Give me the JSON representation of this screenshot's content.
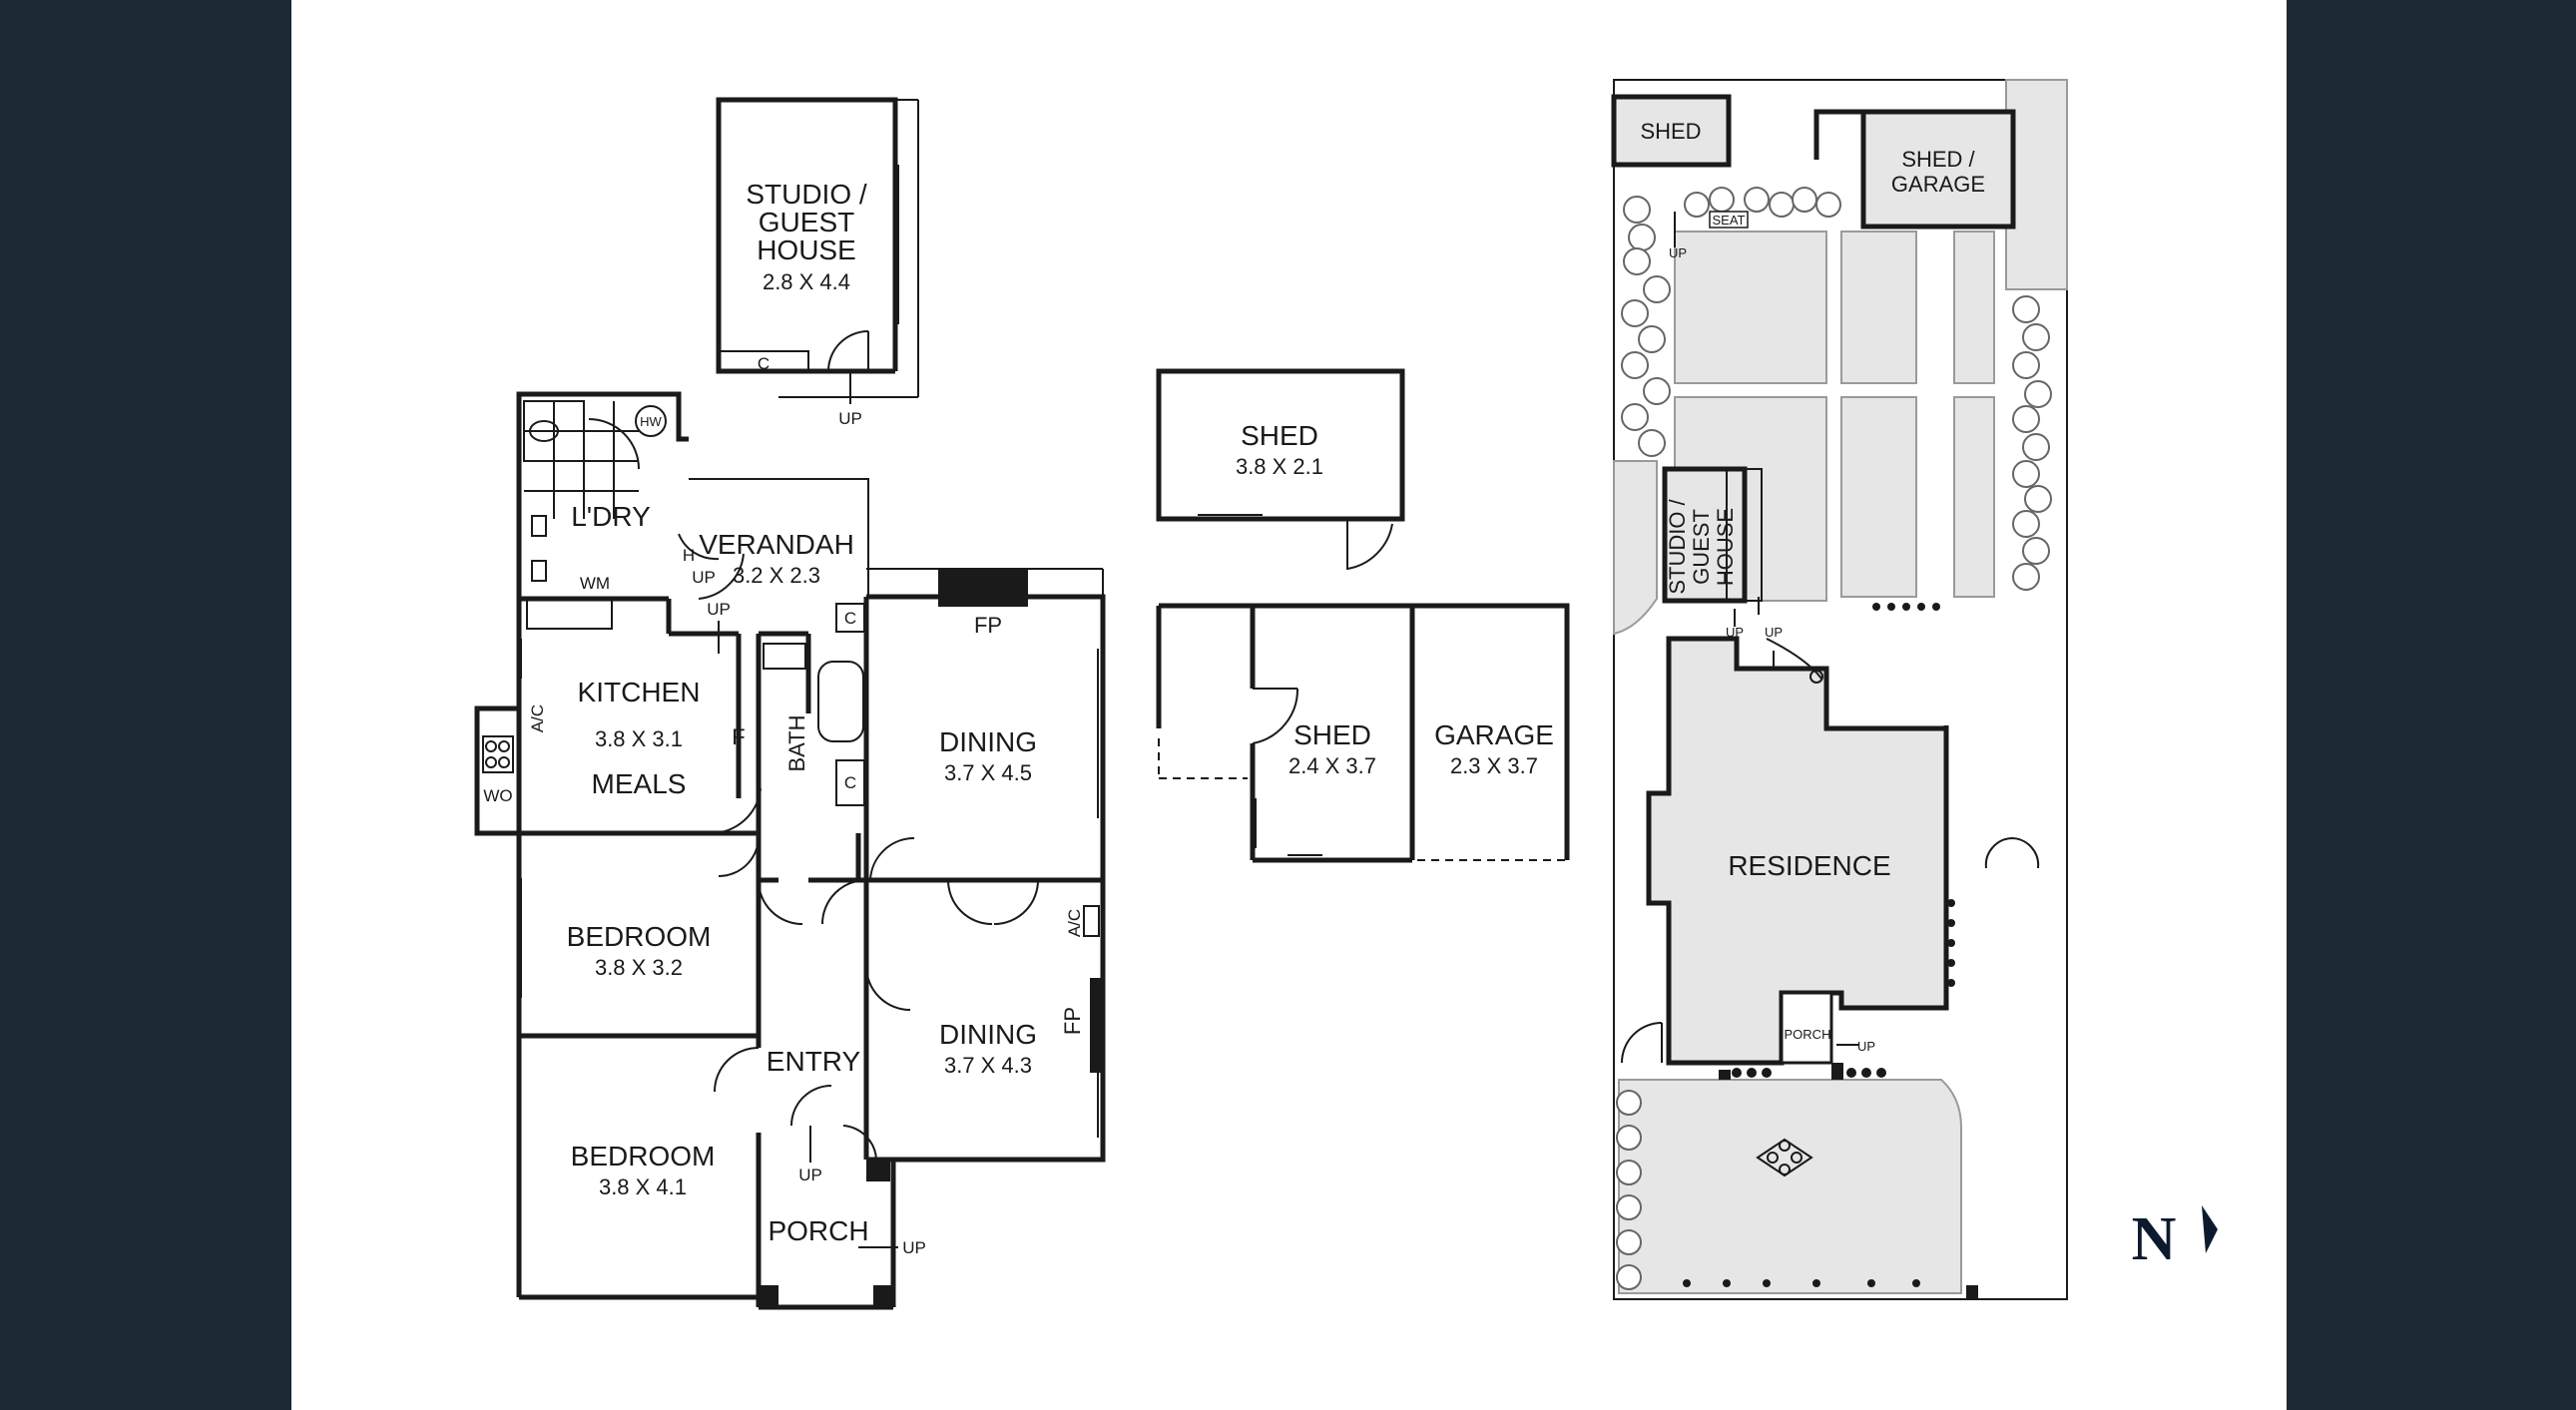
{
  "labels": {
    "studio_title": "STUDIO /",
    "studio_title2": "GUEST",
    "studio_title3": "HOUSE",
    "studio_dim": "2.8 X 4.4",
    "studio_cupboard": "C",
    "studio_up": "UP",
    "laundry": "L'DRY",
    "hot_water": "HW",
    "washing_machine": "WM",
    "laundry_h": "H",
    "laundry_up": "UP",
    "verandah": "VERANDAH",
    "verandah_dim": "3.2 X 2.3",
    "verandah_up": "UP",
    "kitchen": "KITCHEN",
    "kitchen_dim": "3.8 X 3.1",
    "meals": "MEALS",
    "air_con_1": "A/C",
    "wall_oven": "WO",
    "fridge": "F",
    "bath": "BATH",
    "cupboard_1": "C",
    "cupboard_2": "C",
    "fireplace_1": "FP",
    "dining_1": "DINING",
    "dining_1_dim": "3.7 X 4.5",
    "bedroom_1": "BEDROOM",
    "bedroom_1_dim": "3.8 X 3.2",
    "air_con_2": "A/C",
    "dining_2": "DINING",
    "dining_2_dim": "3.7 X 4.3",
    "fireplace_2": "FP",
    "entry": "ENTRY",
    "entry_up": "UP",
    "bedroom_2": "BEDROOM",
    "bedroom_2_dim": "3.8 X 4.1",
    "porch": "PORCH",
    "porch_up": "UP",
    "shed_1": "SHED",
    "shed_1_dim": "3.8 X 2.1",
    "shed_2": "SHED",
    "shed_2_dim": "2.4 X 3.7",
    "garage": "GARAGE",
    "garage_dim": "2.3 X 3.7",
    "site_shed": "SHED",
    "site_shed_garage": "SHED /",
    "site_shed_garage2": "GARAGE",
    "site_seat": "SEAT",
    "site_up_1": "UP",
    "site_studio": "STUDIO /",
    "site_studio2": "GUEST",
    "site_studio3": "HOUSE",
    "site_up_2": "UP",
    "site_up_3": "UP",
    "residence": "RESIDENCE",
    "site_porch": "PORCH",
    "site_porch_up": "UP",
    "north": "N"
  },
  "colors": {
    "background": "#1e2a33",
    "sheet": "#ffffff",
    "wall": "#1a1a1a",
    "paving": "#e6e6e6"
  }
}
